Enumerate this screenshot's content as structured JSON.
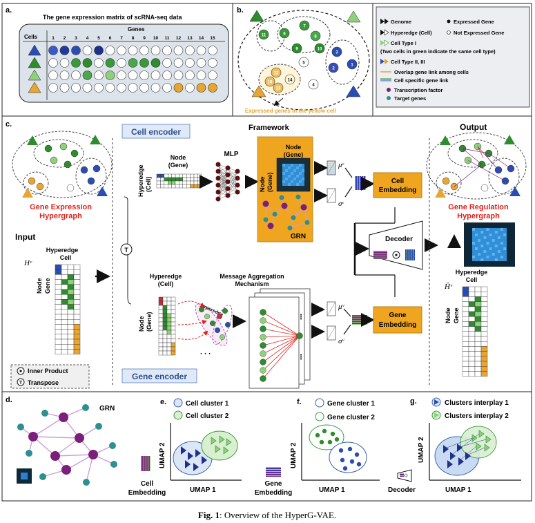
{
  "panel_labels": {
    "a": "a.",
    "b": "b.",
    "c": "c.",
    "d": "d.",
    "e": "e.",
    "f": "f.",
    "g": "g."
  },
  "panel_a": {
    "title": "The gene expression matrix of scRNA-seq data",
    "genes_header": "Genes",
    "cells_header": "Cells",
    "gene_numbers": [
      "1",
      "2",
      "3",
      "4",
      "5",
      "6",
      "7",
      "8",
      "9",
      "10",
      "11",
      "12",
      "13",
      "14",
      "15"
    ],
    "rows": [
      [
        "#3a59c8",
        "#1f3a9e",
        "#2a4db3",
        "#ffffff",
        "#1f2f8c",
        "#ffffff",
        "#ffffff",
        "#ffffff",
        "#ffffff",
        "#ffffff",
        "#ffffff",
        "#ffffff",
        "#ffffff",
        "#ffffff",
        "#ffffff"
      ],
      [
        "#ffffff",
        "#ffffff",
        "#3a9a3a",
        "#2e8b2e",
        "#ffffff",
        "#3a9a3a",
        "#ffffff",
        "#4aa84a",
        "#3a9a3a",
        "#2e8b2e",
        "#ffffff",
        "#ffffff",
        "#ffffff",
        "#ffffff",
        "#ffffff"
      ],
      [
        "#ffffff",
        "#ffffff",
        "#ffffff",
        "#4aa84a",
        "#ffffff",
        "#8fd07a",
        "#ffffff",
        "#ffffff",
        "#ffffff",
        "#ffffff",
        "#ffffff",
        "#ffffff",
        "#ffffff",
        "#ffffff",
        "#ffffff"
      ],
      [
        "#ffffff",
        "#ffffff",
        "#ffffff",
        "#ffffff",
        "#ffffff",
        "#ffffff",
        "#ffffff",
        "#ffffff",
        "#ffffff",
        "#ffffff",
        "#ffffff",
        "#e8a530",
        "#ffffff",
        "#e8a530",
        "#e8a530"
      ]
    ],
    "cell_colors": [
      "#2a4db3",
      "#2e8b2e",
      "#8fd07a",
      "#e8a530"
    ]
  },
  "panel_b": {
    "expressed_note": "Expressed genes in the yellow cell",
    "node_numbers": [
      "11",
      "6",
      "7",
      "8",
      "9",
      "10",
      "3",
      "2",
      "1",
      "5",
      "4",
      "12",
      "13",
      "14",
      "15"
    ]
  },
  "legend": {
    "genome": "Genome",
    "expressed_gene": "Expressed Gene",
    "hyperedge_cell": "Hyperedge (Cell)",
    "not_expressed_gene": "Not Expressed Gene",
    "cell_type_1": "Cell Type I",
    "two_cells_note": "(Two cells in green indicate the same cell type)",
    "cell_type_2_3": "Cell Type II, III",
    "overlap_link": "Overlap gene link among cells",
    "cell_specific_link": "Cell specific gene link",
    "tf": "Transcription factor",
    "target": "Target genes"
  },
  "panel_c": {
    "framework": "Framework",
    "output": "Output",
    "cell_encoder": "Cell encoder",
    "gene_encoder": "Gene encoder",
    "input": "Input",
    "gene_expression_hypergraph": "Gene Expression Hypergraph",
    "gene_regulation_hypergraph": "Gene Regulation Hypergraph",
    "hyperedge_cell": "Hyperedge Cell",
    "node_gene": "Node Gene",
    "node_gene_paren": "Node (Gene)",
    "hyperedge_cell_paren": "Hyperedge (Cell)",
    "mlp": "MLP",
    "grn": "GRN",
    "node_gene_small": "Node (Gene)",
    "hyperedge_small": "hyperedge",
    "message_aggregation": "Message Aggregation Mechanism",
    "decoder": "Decoder",
    "cell_embedding": "Cell Embedding",
    "gene_embedding": "Gene Embedding",
    "h_v": "Hᵛ",
    "h_hat_v": "Ĥᵛ",
    "mu_e": "μᵋ",
    "sigma_e": "σᵋ",
    "mu_v": "μᵛ",
    "sigma_v": "σᵛ",
    "transpose_symbol": "T",
    "inner_product": "Inner Product",
    "transpose": "Transpose",
    "dots": "· · ·"
  },
  "panel_d": {
    "grn": "GRN",
    "cell_embedding": "Cell Embedding"
  },
  "panel_e": {
    "cluster1": "Cell cluster 1",
    "cluster2": "Cell cluster 2",
    "xlabel": "UMAP 1",
    "ylabel": "UMAP 2"
  },
  "panel_f": {
    "cluster1": "Gene cluster 1",
    "cluster2": "Gene cluster 2",
    "xlabel": "UMAP 1",
    "ylabel": "UMAP 2",
    "gene_embedding": "Gene Embedding"
  },
  "panel_g": {
    "interplay1": "Clusters interplay 1",
    "interplay2": "Clusters interplay 2",
    "xlabel": "UMAP 1",
    "ylabel": "UMAP 2",
    "decoder": "Decoder"
  },
  "caption": {
    "fig": "Fig. 1",
    "text": ": Overview of the HyperG-VAE."
  },
  "colors": {
    "blue": "#2a4db3",
    "dark_green": "#2e8b2e",
    "light_green": "#8fd07a",
    "orange": "#e8a530",
    "purple": "#7a1f7a",
    "teal": "#2f8f8f",
    "framework_orange": "#f0a520",
    "encoder_bg": "#dfe9f7",
    "red": "#e0201a"
  }
}
